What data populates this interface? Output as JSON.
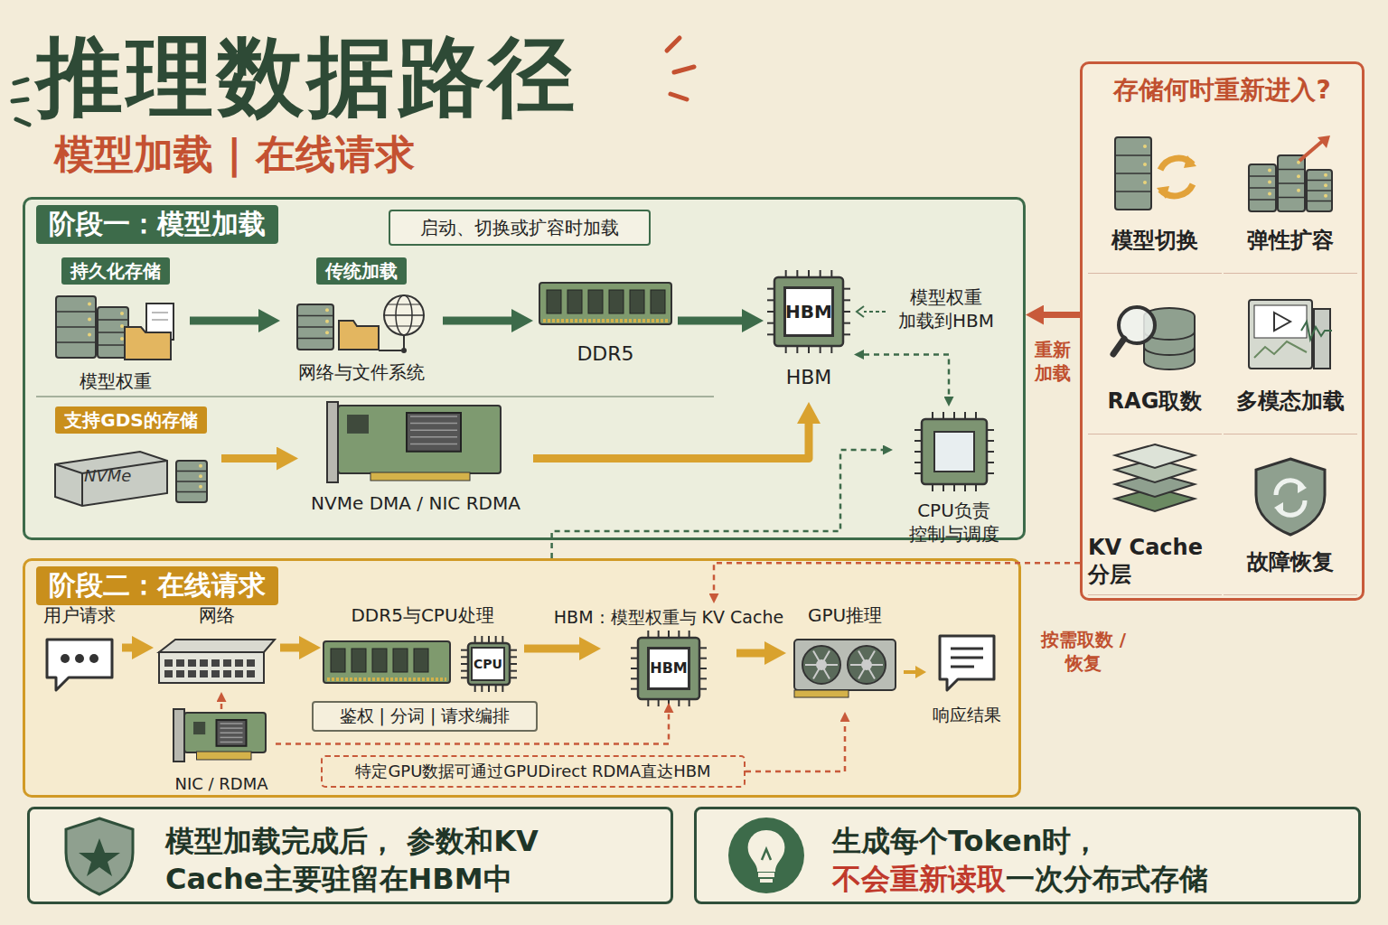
{
  "diagram": {
    "title": "推理数据路径",
    "nodes": [
      {
        "text": [
          "阶段一：模型加载"
        ]
      },
      {
        "text": [
          "启动、切换或扩容时加载"
        ],
        "in": 0
      },
      {
        "text": [
          "持久化存储",
          "模型权重"
        ],
        "in": 0
      },
      {
        "text": [
          "传统加载",
          "网络与文件系统"
        ],
        "in": 0
      },
      {
        "text": [
          "DDR5"
        ],
        "in": 0
      },
      {
        "text": [
          "HBM",
          "HBM"
        ],
        "in": 0
      },
      {
        "text": [
          "支持GDS的存储",
          "NVMe"
        ],
        "in": 0
      },
      {
        "text": [
          "NVMe DMA / NIC RDMA"
        ],
        "in": 0
      },
      {
        "text": [
          "CPU负责 控制与调度"
        ],
        "in": 0
      },
      {
        "text": [
          "阶段二：在线请求"
        ]
      },
      {
        "text": [
          "用户请求"
        ],
        "in": 9
      },
      {
        "text": [
          "网络"
        ],
        "in": 9
      },
      {
        "text": [
          "DDR5与CPU处理",
          "CPU"
        ],
        "in": 9
      },
      {
        "text": [
          "鉴权 | 分词 | 请求编排"
        ],
        "in": 9
      },
      {
        "text": [
          "HBM：模型权重与 KV Cache",
          "HBM"
        ],
        "in": 9
      },
      {
        "text": [
          "GPU推理"
        ],
        "in": 9
      },
      {
        "text": [
          "响应结果"
        ],
        "in": 9
      },
      {
        "text": [
          "NIC / RDMA"
        ],
        "in": 9
      },
      {
        "text": [
          "特定GPU数据可通过GPUDirect RDMA直达HBM"
        ],
        "in": 9
      },
      {
        "text": [
          "存储何时重新进入?"
        ]
      },
      {
        "text": [
          "模型切换"
        ],
        "in": 19
      },
      {
        "text": [
          "弹性扩容"
        ],
        "in": 19
      },
      {
        "text": [
          "RAG取数"
        ],
        "in": 19
      },
      {
        "text": [
          "多模态加载"
        ],
        "in": 19
      },
      {
        "text": [
          "KV Cache分层"
        ],
        "in": 19
      },
      {
        "text": [
          "故障恢复"
        ],
        "in": 19
      },
      {
        "text": [
          "模型加载完成后， 参数和KV Cache主要驻留在HBM中"
        ]
      },
      {
        "text": [
          "生成每个Token时，",
          "不会重新读取",
          "一次分布式存储"
        ]
      }
    ],
    "edges": [
      {
        "from": 2,
        "to": 3,
        "arrow": "to"
      },
      {
        "from": 3,
        "to": 4,
        "arrow": "to"
      },
      {
        "from": 4,
        "to": 5,
        "arrow": "to"
      },
      {
        "from": 6,
        "to": 7,
        "arrow": "to"
      },
      {
        "from": 7,
        "to": 5,
        "arrow": "to"
      },
      {
        "from": 5,
        "to": 8,
        "arrow": "both"
      },
      {
        "from": 9,
        "to": 8,
        "arrow": "to"
      },
      {
        "from": 19,
        "to": 0,
        "label": "重新加载",
        "arrow": "to"
      },
      {
        "from": 10,
        "to": 11,
        "arrow": "to"
      },
      {
        "from": 11,
        "to": 12,
        "arrow": "to"
      },
      {
        "from": 12,
        "to": 14,
        "arrow": "to"
      },
      {
        "from": 14,
        "to": 15,
        "arrow": "to"
      },
      {
        "from": 15,
        "to": 16,
        "arrow": "to"
      },
      {
        "from": 17,
        "to": 11,
        "arrow": "to"
      },
      {
        "from": 17,
        "to": 14,
        "arrow": "to"
      },
      {
        "from": 18,
        "to": 15,
        "arrow": "to"
      },
      {
        "from": 19,
        "to": 14,
        "label": "按需取数 / 恢复",
        "arrow": "to"
      }
    ],
    "labels": [
      "模型加载 | 在线请求",
      "模型权重 加载到HBM"
    ]
  }
}
